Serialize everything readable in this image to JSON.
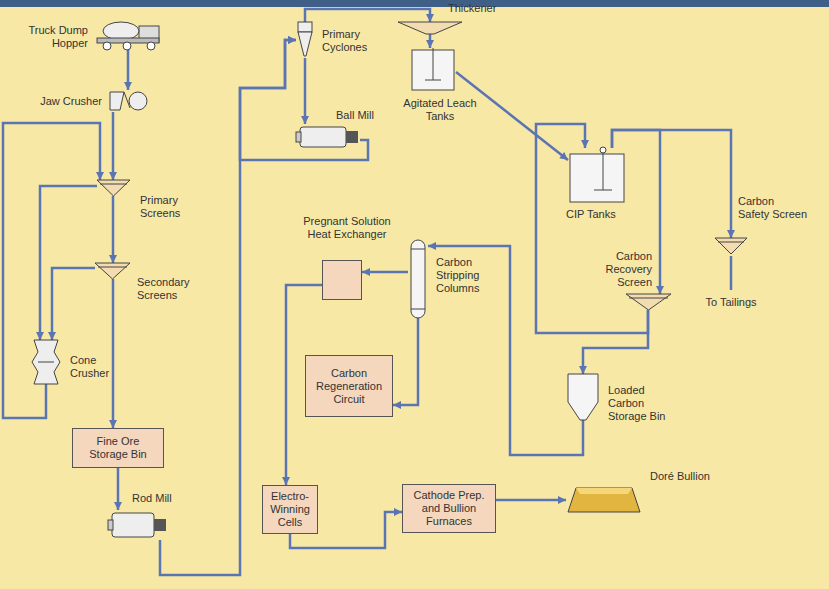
{
  "diagram": {
    "nodes": [
      {
        "text": [
          "Truck Dump Hopper"
        ]
      },
      {
        "text": [
          "Jaw Crusher"
        ]
      },
      {
        "text": [
          "Primary Screens"
        ]
      },
      {
        "text": [
          "Secondary Screens"
        ]
      },
      {
        "text": [
          "Cone Crusher"
        ]
      },
      {
        "text": [
          "Fine Ore Storage Bin"
        ]
      },
      {
        "text": [
          "Rod Mill"
        ]
      },
      {
        "text": [
          "Primary Cyclones"
        ]
      },
      {
        "text": [
          "Ball Mill"
        ]
      },
      {
        "text": [
          "Thickener"
        ]
      },
      {
        "text": [
          "Agitated Leach Tanks"
        ]
      },
      {
        "text": [
          "CIP Tanks"
        ]
      },
      {
        "text": [
          "Carbon Safety Screen"
        ]
      },
      {
        "text": [
          "Carbon Recovery Screen"
        ]
      },
      {
        "text": [
          "Loaded Carbon Storage Bin"
        ]
      },
      {
        "text": [
          "Pregnant Solution Heat Exchanger"
        ]
      },
      {
        "text": [
          "Carbon Stripping Columns"
        ]
      },
      {
        "text": [
          "Carbon Regeneration Circuit"
        ]
      },
      {
        "text": [
          "Electro-Winning Cells"
        ]
      },
      {
        "text": [
          "Cathode Prep. and Bullion Furnaces"
        ]
      },
      {
        "text": [
          "Doré Bullion"
        ]
      }
    ],
    "edges": [
      {
        "from": 0,
        "to": 1,
        "arrow": "to"
      },
      {
        "from": 1,
        "to": 2,
        "arrow": "to"
      },
      {
        "from": 2,
        "to": 3,
        "arrow": "to"
      },
      {
        "from": 2,
        "to": 4,
        "arrow": "to"
      },
      {
        "from": 3,
        "to": 4,
        "arrow": "to"
      },
      {
        "from": 3,
        "to": 5,
        "arrow": "to"
      },
      {
        "from": 4,
        "to": 2,
        "arrow": "to"
      },
      {
        "from": 5,
        "to": 6,
        "arrow": "to"
      },
      {
        "from": 6,
        "to": 7,
        "arrow": "to"
      },
      {
        "from": 8,
        "to": 7,
        "arrow": "to"
      },
      {
        "from": 7,
        "to": 8,
        "arrow": "to"
      },
      {
        "from": 7,
        "to": 9,
        "arrow": "to"
      },
      {
        "from": 9,
        "to": 10,
        "arrow": "to"
      },
      {
        "from": 10,
        "to": 11,
        "arrow": "to"
      },
      {
        "from": 11,
        "to": 12,
        "arrow": "to"
      },
      {
        "from": 11,
        "to": 13,
        "arrow": "to"
      },
      {
        "from": 13,
        "to": 11,
        "arrow": "to"
      },
      {
        "from": 13,
        "to": 14,
        "arrow": "to"
      },
      {
        "from": 14,
        "to": 16,
        "arrow": "to"
      },
      {
        "from": 16,
        "to": 15,
        "arrow": "to"
      },
      {
        "from": 16,
        "to": 17,
        "arrow": "to"
      },
      {
        "from": 15,
        "to": 18,
        "arrow": "to"
      },
      {
        "from": 18,
        "to": 19,
        "arrow": "to"
      },
      {
        "from": 19,
        "to": 20,
        "arrow": "to"
      }
    ],
    "labels": [
      "To Tailings"
    ]
  }
}
